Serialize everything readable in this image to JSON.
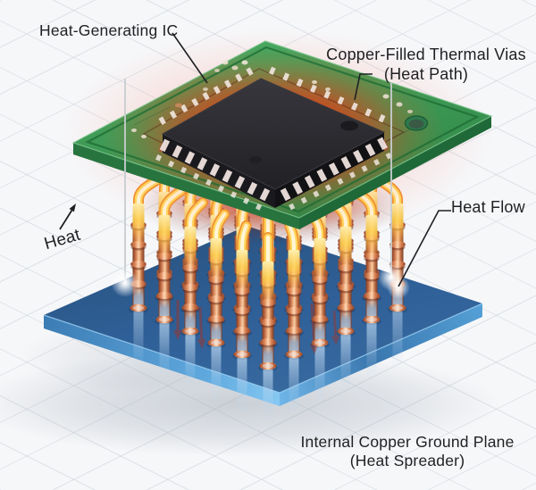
{
  "figure": {
    "type": "isometric technical illustration",
    "subject": "Copper-filled thermal vias conduct heat from a heat-generating IC on a PCB down to an internal copper ground plane acting as a heat spreader"
  },
  "labels": {
    "heat_generating_ic": "Heat-Generating IC",
    "thermal_vias_line1": "Copper-Filled Thermal Vias",
    "thermal_vias_line2": "(Heat Path)",
    "heat": "Heat",
    "heat_flow": "Heat Flow",
    "ground_plane_line1": "Internal Copper Ground Plane",
    "ground_plane_line2": "(Heat Spreader)"
  },
  "icons": {
    "heat_direction_arrow": "thin black arrow pointing up-right next to the Heat label",
    "heat_flow_arrows": "translucent red arrows pointing down inside the blue ground plane",
    "leader_lines": "thin black lines connecting labels to diagram features",
    "flow_indicator_lines": "vertical gray lines ending in white glow dots on the ground plane"
  },
  "colors": {
    "background": "#F6F7F9",
    "grid_line": "#CBD2DB",
    "label_text": "#1F2023",
    "leader_line": "#1F2023",
    "pcb_green": "#3E9B54",
    "pcb_edge_green": "#27743E",
    "heat_glow_red": "#FF2604",
    "ic_body_black": "#2A2A2E",
    "copper_via": "#C06A42",
    "via_ring_copper": "#E08A5C",
    "hot_via_yellow": "#FFD44F",
    "hot_via_core": "#FFF4CE",
    "cool_via_steel": "#93A9C4",
    "ground_plane_blue": "#2D5F97",
    "plane_edge_light_blue": "#7FC3F0",
    "flow_arrow_red": "#A23227",
    "glow_dot_white": "#FFFFFF"
  }
}
